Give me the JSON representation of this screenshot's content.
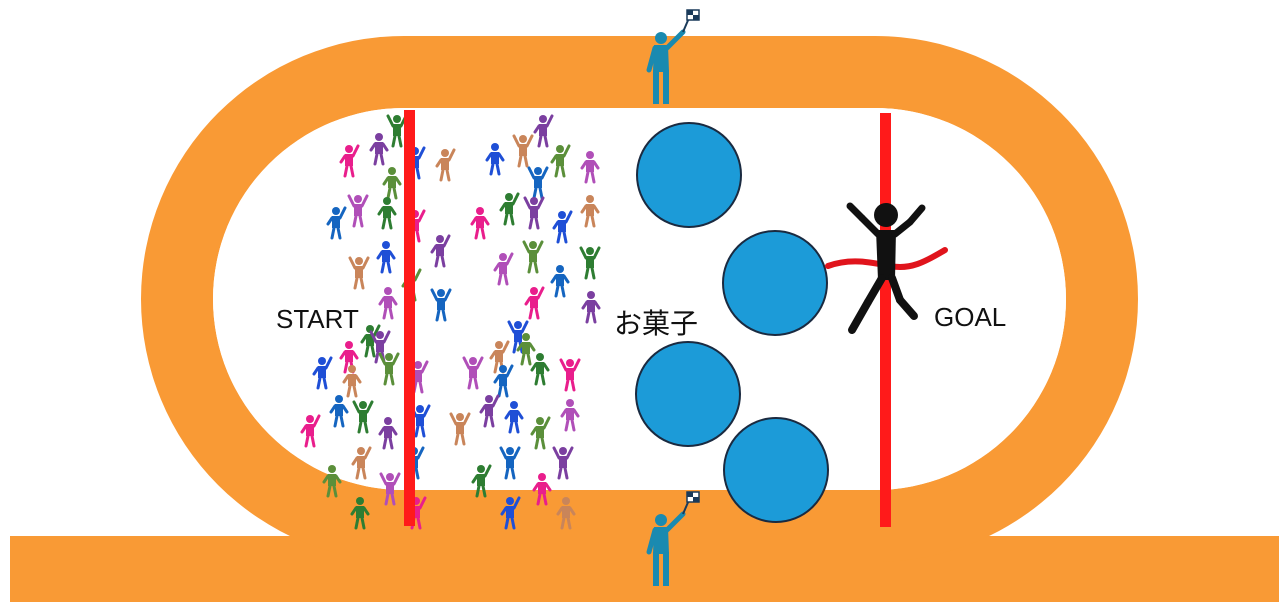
{
  "labels": {
    "start": "START",
    "goal": "GOAL",
    "sweets": "お菓子"
  },
  "colors": {
    "track": "#f99a35",
    "line": "#ff1a1a",
    "sweets": "#1c9bd8",
    "sweets_outline": "#1a2a40",
    "official": "#1a8ab0",
    "runner": "#111111",
    "crowd": [
      "#2e7d32",
      "#e91e8c",
      "#7b3fa0",
      "#1f4fd6",
      "#c9855a",
      "#5b8f3a",
      "#b04fb8",
      "#1565c0"
    ]
  },
  "icons": {
    "official": "flag-waving-official-icon",
    "runner": "finishing-runner-icon",
    "crowd_person": "cheering-person-icon"
  }
}
